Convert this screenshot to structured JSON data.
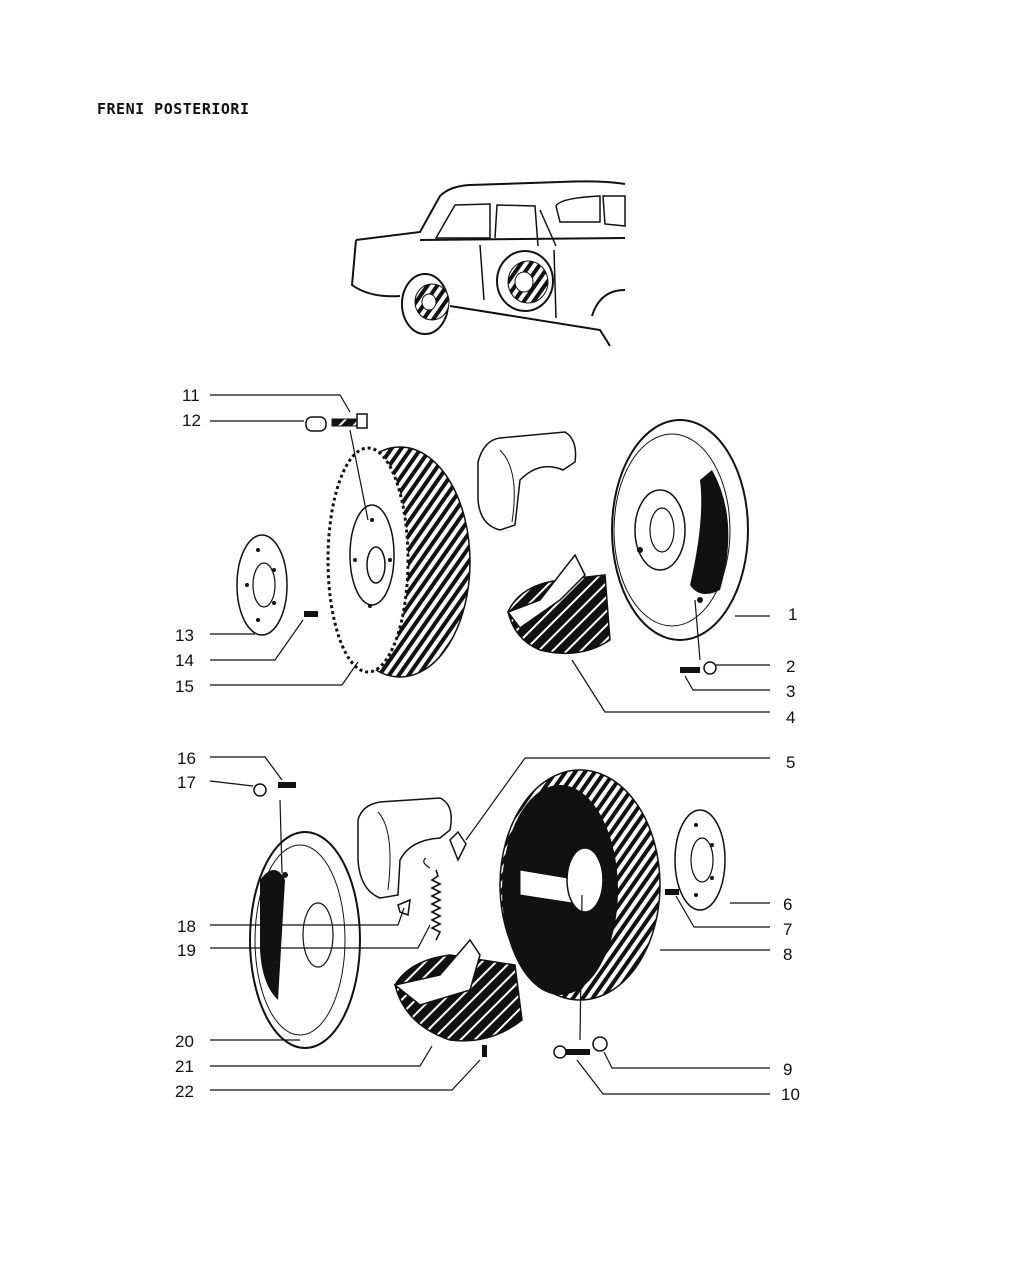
{
  "title": "FRENI POSTERIORI",
  "labels": {
    "n1": "1",
    "n2": "2",
    "n3": "3",
    "n4": "4",
    "n5": "5",
    "n6": "6",
    "n7": "7",
    "n8": "8",
    "n9": "9",
    "n10": "10",
    "n11": "11",
    "n12": "12",
    "n13": "13",
    "n14": "14",
    "n15": "15",
    "n16": "16",
    "n17": "17",
    "n18": "18",
    "n19": "19",
    "n20": "20",
    "n21": "21",
    "n22": "22"
  }
}
